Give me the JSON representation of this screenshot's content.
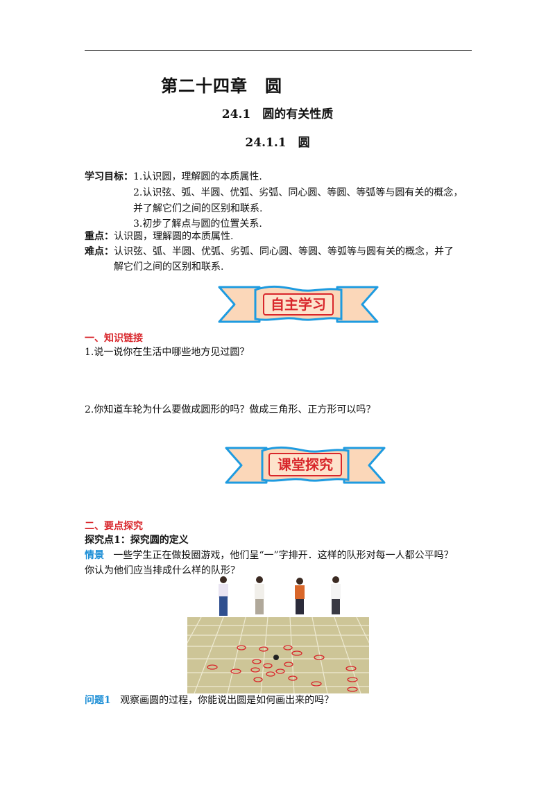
{
  "header": {
    "chapter_title": "第二十四章　圆",
    "section_title": "24.1　圆的有关性质",
    "subsection_title": "24.1.1　圆"
  },
  "objectives": {
    "label": "学习目标：",
    "item1": "1.认识圆，理解圆的本质属性.",
    "item2_line1": "2.认识弦、弧、半圆、优弧、劣弧、同心圆、等圆、等弧等与圆有关的概念，",
    "item2_line2": "并了解它们之间的区别和联系.",
    "item3": "3.初步了解点与圆的位置关系."
  },
  "key_point": {
    "label": "重点：",
    "text": "认识圆，理解圆的本质属性."
  },
  "difficult_point": {
    "label": "难点：",
    "line1": "认识弦、弧、半圆、优弧、劣弧、同心圆、等圆、等弧等与圆有关的概念，并了",
    "line2": "解它们之间的区别和联系."
  },
  "banner1": {
    "text": "自主学习"
  },
  "part1": {
    "heading": "一、知识链接",
    "q1": "1.说一说你在生活中哪些地方见过圆？",
    "q2": "2.你知道车轮为什么要做成圆形的吗？做成三角形、正方形可以吗？"
  },
  "banner2": {
    "text": "课堂探究"
  },
  "part2": {
    "heading": "二、要点探究",
    "point1_title": "探究点1：探究圆的定义",
    "scene_label": "情景",
    "scene_line1": "一些学生正在做投圈游戏，他们呈“一”字排开．这样的队形对每一人都公平吗？",
    "scene_line2": "你认为他们应当排成什么样的队形？",
    "question1_label": "问题1",
    "question1_text": "观察画圆的过程，你能说出圆是如何画出来的吗？"
  },
  "colors": {
    "heading_red": "#d8262b",
    "label_blue": "#1e8fd6",
    "banner_fill": "#fbd7b9",
    "banner_edge": "#1e9be0",
    "floor": "#cdc597"
  }
}
